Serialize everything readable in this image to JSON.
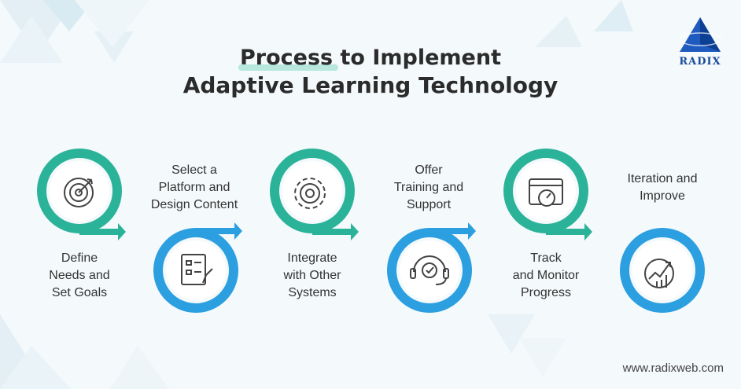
{
  "title": {
    "line1": "Process to Implement",
    "line2": "Adaptive Learning Technology"
  },
  "steps": [
    {
      "lines": [
        "Define",
        "Needs and",
        "Set Goals"
      ],
      "icon": "target-icon",
      "color": "#2bb39a"
    },
    {
      "lines": [
        "Select a",
        "Platform and",
        "Design Content"
      ],
      "icon": "document-edit-icon",
      "color": "#2b9fe0"
    },
    {
      "lines": [
        "Integrate",
        "with Other",
        "Systems"
      ],
      "icon": "gear-icon",
      "color": "#2bb39a"
    },
    {
      "lines": [
        "Offer",
        "Training and",
        "Support"
      ],
      "icon": "headset-icon",
      "color": "#2b9fe0"
    },
    {
      "lines": [
        "Track",
        "and Monitor",
        "Progress"
      ],
      "icon": "dashboard-icon",
      "color": "#2bb39a"
    },
    {
      "lines": [
        "Iteration and",
        "Improve"
      ],
      "icon": "growth-chart-icon",
      "color": "#2b9fe0"
    }
  ],
  "logo": {
    "text": "RADIX"
  },
  "website": "www.radixweb.com"
}
